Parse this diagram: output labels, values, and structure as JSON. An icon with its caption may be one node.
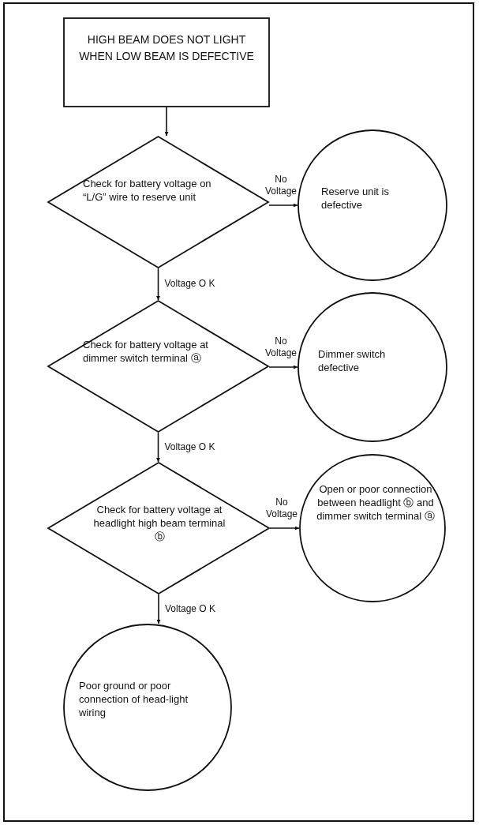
{
  "diagram": {
    "nodes": [
      {
        "text": [
          "HIGH BEAM DOES NOT LIGHT WHEN LOW BEAM IS DEFECTIVE"
        ]
      },
      {
        "text": [
          "Check for battery voltage on “L/G” wire to reserve unit"
        ]
      },
      {
        "text": [
          "Reserve unit is defective"
        ]
      },
      {
        "text": [
          "Check for battery voltage at dimmer switch terminal ⓐ"
        ]
      },
      {
        "text": [
          "Dimmer switch defective"
        ]
      },
      {
        "text": [
          "Check for battery voltage at headlight high beam terminal ⓑ"
        ]
      },
      {
        "text": [
          "Open or poor connection between headlight ⓑ and dimmer switch terminal ⓐ"
        ]
      },
      {
        "text": [
          "Poor ground or poor connection of head-light wiring"
        ]
      }
    ],
    "edges": [
      {
        "from": 0,
        "to": 1,
        "arrow": "to"
      },
      {
        "from": 1,
        "to": 2,
        "arrow": "to",
        "label": "No Voltage"
      },
      {
        "from": 1,
        "to": 3,
        "arrow": "to",
        "label": "Voltage O K"
      },
      {
        "from": 3,
        "to": 4,
        "arrow": "to",
        "label": "No Voltage"
      },
      {
        "from": 3,
        "to": 5,
        "arrow": "to",
        "label": "Voltage O K"
      },
      {
        "from": 5,
        "to": 6,
        "arrow": "to",
        "label": "No Voltage"
      },
      {
        "from": 5,
        "to": 7,
        "arrow": "to",
        "label": "Voltage O K"
      }
    ]
  }
}
